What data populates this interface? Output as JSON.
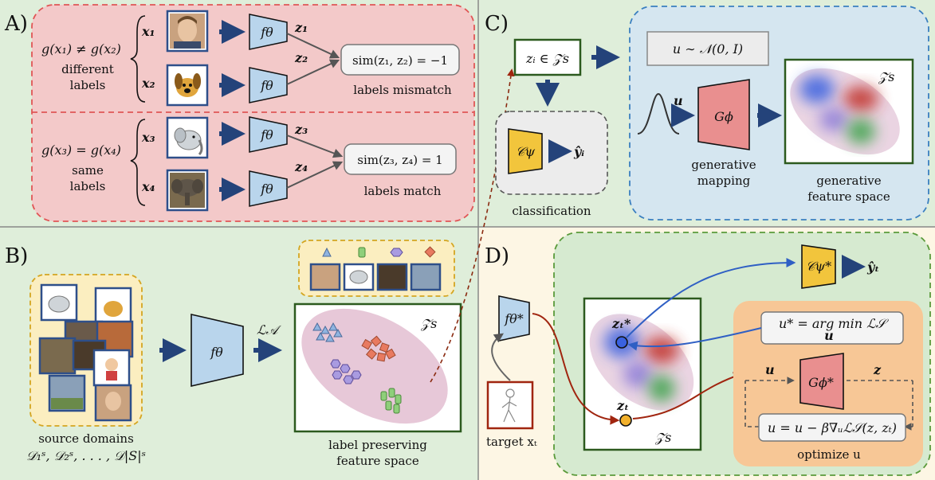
{
  "panels": {
    "a": {
      "letter": "A)"
    },
    "b": {
      "letter": "B)"
    },
    "c": {
      "letter": "C)"
    },
    "d": {
      "letter": "D)"
    }
  },
  "panel_a": {
    "top": {
      "condition": "g(x₁) ≠ g(x₂)",
      "caption_line1": "different",
      "caption_line2": "labels",
      "x_labels": [
        "x₁",
        "x₂"
      ],
      "z_labels": [
        "z₁",
        "z₂"
      ],
      "encoder": "fθ",
      "similarity": "sim(z₁, z₂) = −1",
      "result": "labels mismatch"
    },
    "bottom": {
      "condition": "g(x₃) = g(x₄)",
      "caption_line1": "same",
      "caption_line2": "labels",
      "x_labels": [
        "x₃",
        "x₄"
      ],
      "z_labels": [
        "z₃",
        "z₄"
      ],
      "encoder": "fθ",
      "similarity": "sim(z₃, z₄) = 1",
      "result": "labels match"
    }
  },
  "panel_b": {
    "caption_line1": "source domains",
    "caption_line2": "𝒟₁ˢ, 𝒟₂ˢ, . . . , 𝒟|S|ˢ",
    "encoder": "fθ",
    "loss": "ℒ𝒜",
    "space_label": "𝒵s",
    "space_caption_line1": "label preserving",
    "space_caption_line2": "feature space"
  },
  "panel_c": {
    "z_box": "zᵢ ∈ 𝒵s",
    "classifier": "𝒞ψ",
    "prediction": "ŷᵢ",
    "classification_caption": "classification",
    "prior": "u ∼ 𝒩(0, I)",
    "u_label": "u",
    "generator": "Gϕ",
    "generator_caption_line1": "generative",
    "generator_caption_line2": "mapping",
    "space_label": "𝒵s",
    "space_caption_line1": "generative",
    "space_caption_line2": "feature space"
  },
  "panel_d": {
    "encoder": "fθ*",
    "target_caption": "target xₜ",
    "classifier": "𝒞ψ*",
    "prediction": "ŷₜ",
    "z_star": "zₜ*",
    "z_t": "zₜ",
    "space_label": "𝒵s",
    "argmin": "u* = arg min ℒ𝒮",
    "argmin_sub": "u",
    "u_label": "u",
    "z_label": "z",
    "generator": "Gϕ*",
    "update": "u = u − β∇ᵤℒ𝒮(z, zₜ)",
    "optimize_caption": "optimize u"
  },
  "colors": {
    "panel_a_bg": "#dfeeda",
    "panel_a_box": "#f3c9c9",
    "panel_a_dash": "#e05555",
    "panel_c_box": "#d5e6f0",
    "panel_c_dash": "#3a7fc0",
    "panel_d_bg": "#fdf6e4",
    "panel_d_box": "#d6ead0",
    "panel_d_dash": "#5a9a3a",
    "encoder_fill": "#b9d5ec",
    "generator_fill": "#e98f8f",
    "classifier_fill": "#f2c53c",
    "sources_box": "#fbeec0",
    "sources_dash": "#d4a520",
    "optimize_box": "#f7c796",
    "arrow_navy": "#24437a",
    "arrow_blue": "#2f5fc4",
    "arrow_red": "#a0250f",
    "space_border": "#2c5a1e"
  },
  "icons": {
    "image_placeholders": [
      "face-photo",
      "cartoon-dog",
      "cartoon-elephant",
      "elephant-photo",
      "dog-photo",
      "horse-photo"
    ],
    "noise": "gaussian-curve-icon",
    "sketch": "person-sketch-icon"
  }
}
